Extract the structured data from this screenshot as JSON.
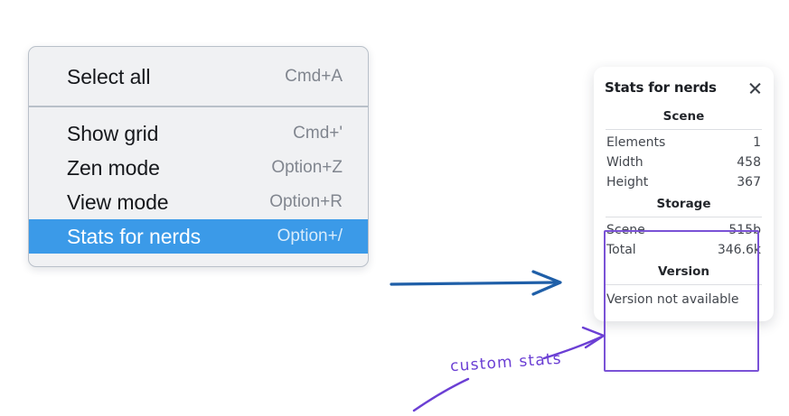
{
  "menu": {
    "groups": [
      {
        "items": [
          {
            "label": "Select all",
            "accel": "Cmd+A",
            "selected": false
          }
        ]
      },
      {
        "items": [
          {
            "label": "Show grid",
            "accel": "Cmd+'",
            "selected": false
          },
          {
            "label": "Zen mode",
            "accel": "Option+Z",
            "selected": false
          },
          {
            "label": "View mode",
            "accel": "Option+R",
            "selected": false
          },
          {
            "label": "Stats for nerds",
            "accel": "Option+/",
            "selected": true
          }
        ]
      }
    ]
  },
  "stats_panel": {
    "title": "Stats for nerds",
    "close_icon": "close-icon",
    "sections": [
      {
        "title": "Scene",
        "rows": [
          {
            "label": "Elements",
            "value": "1"
          },
          {
            "label": "Width",
            "value": "458"
          },
          {
            "label": "Height",
            "value": "367"
          }
        ]
      },
      {
        "title": "Storage",
        "rows": [
          {
            "label": "Scene",
            "value": "515b"
          },
          {
            "label": "Total",
            "value": "346.6k"
          }
        ]
      },
      {
        "title": "Version",
        "note": "Version not available"
      }
    ]
  },
  "annotations": {
    "custom_stats_label": "custom stats",
    "flow_arrow_color": "#1f5fa8",
    "highlight_color": "#7a52d6"
  }
}
